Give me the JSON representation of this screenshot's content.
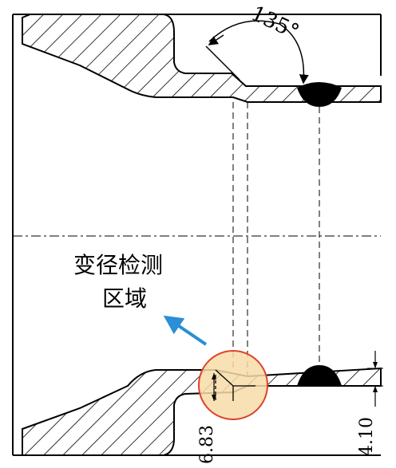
{
  "annotation": {
    "line1": "变径检测",
    "line2": "区域"
  },
  "dimensions": {
    "angle": "135°",
    "left_height": "6.83",
    "right_height": "4.10"
  },
  "colors": {
    "line": "#000000",
    "arrow": "#2a8fd4",
    "highlight_fill": "#f7dca8",
    "highlight_stroke": "#e0402a"
  }
}
